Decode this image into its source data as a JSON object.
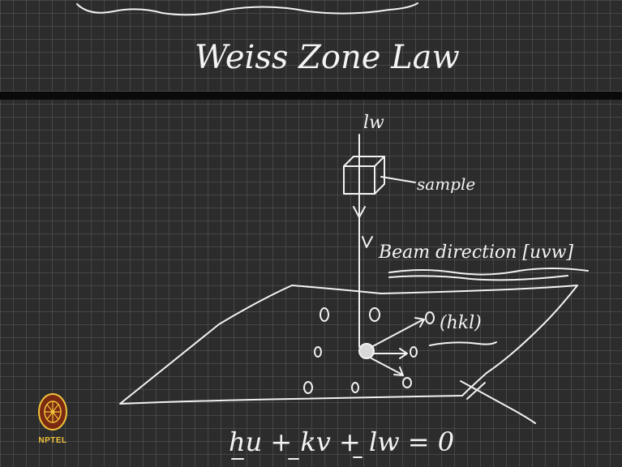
{
  "title": "Weiss Zone Law",
  "labels": {
    "incident": "lw",
    "sample": "sample",
    "beam": "Beam direction [uvw]",
    "spot": "(hkl)"
  },
  "equation": "hu + kv + lw = 0",
  "logo": {
    "text": "NPTEL",
    "icon": "nptel-wheel-icon",
    "color": "#f0c23a"
  },
  "colors": {
    "board": "#2c2c2c",
    "ink": "#f2f2f2",
    "divider": "#0a0a0a"
  }
}
